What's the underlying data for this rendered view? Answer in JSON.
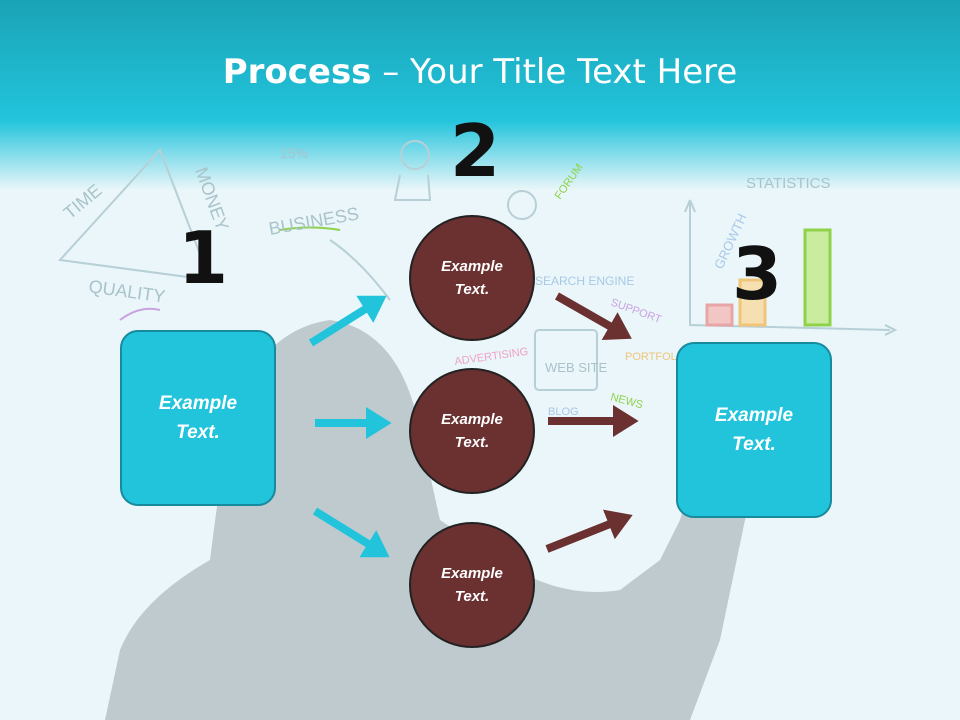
{
  "title": {
    "bold": "Process",
    "rest": " – Your Title Text Here"
  },
  "numbers": [
    "1",
    "2",
    "3"
  ],
  "boxes": {
    "left": "Example\nText.",
    "right": "Example\nText."
  },
  "circles": [
    "Example\nText.",
    "Example\nText.",
    "Example\nText."
  ],
  "sketch_words": [
    "TIME",
    "MONEY",
    "QUALITY",
    "BUSINESS",
    "WEB SITE",
    "SEARCH ENGINE",
    "SUPPORT",
    "PORTFOLIO",
    "ADVERTISING",
    "NEWS",
    "BLOG",
    "FORUM",
    "STATISTICS",
    "GROWTH",
    "15%"
  ],
  "colors": {
    "teal": "#22c4dc",
    "circle": "#6b3030",
    "arrow_brown": "#6b3030"
  }
}
